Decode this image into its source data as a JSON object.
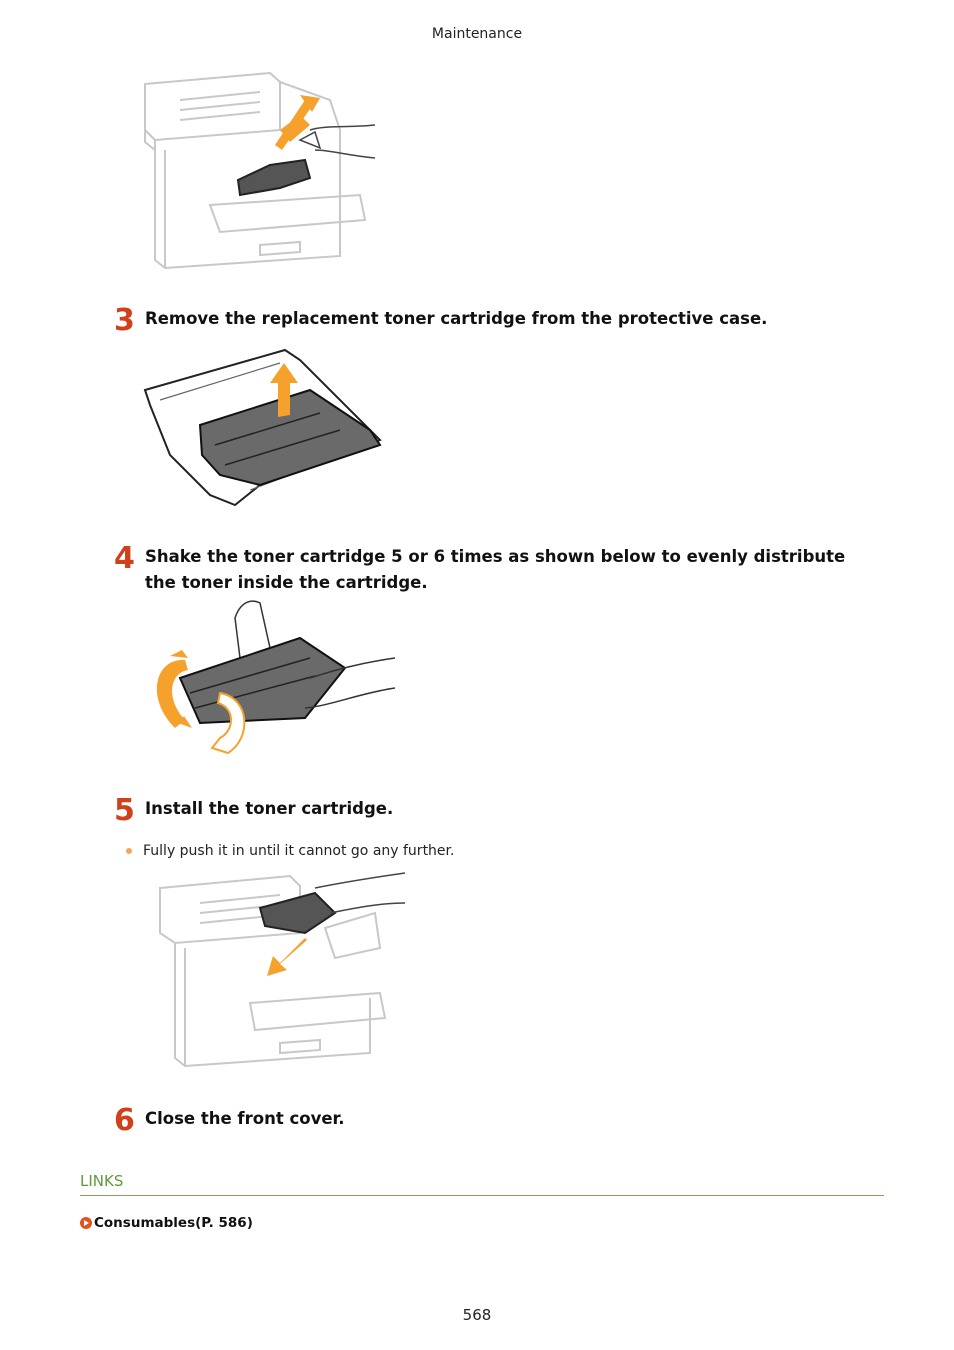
{
  "header": {
    "section": "Maintenance"
  },
  "steps": [
    {
      "number": "3",
      "text": "Remove the replacement toner cartridge from the protective case."
    },
    {
      "number": "4",
      "text": "Shake the toner cartridge 5 or 6 times as shown below to evenly distribute the toner inside the cartridge."
    },
    {
      "number": "5",
      "text": "Install the toner cartridge."
    },
    {
      "number": "6",
      "text": "Close the front cover."
    }
  ],
  "bullets": [
    "Fully push it in until it cannot go any further."
  ],
  "links": {
    "title": "LINKS",
    "items": [
      {
        "label": "Consumables(P. 586)"
      }
    ]
  },
  "footer": {
    "page_number": "568"
  },
  "colors": {
    "step_number": "#d0401b",
    "arrow": "#f5a12c",
    "links_heading": "#5e9a3a",
    "rule": "#7aa85a",
    "link_icon": "#e0531f"
  },
  "icons": {
    "link": "circle-play-icon",
    "bullet": "dot-icon"
  }
}
